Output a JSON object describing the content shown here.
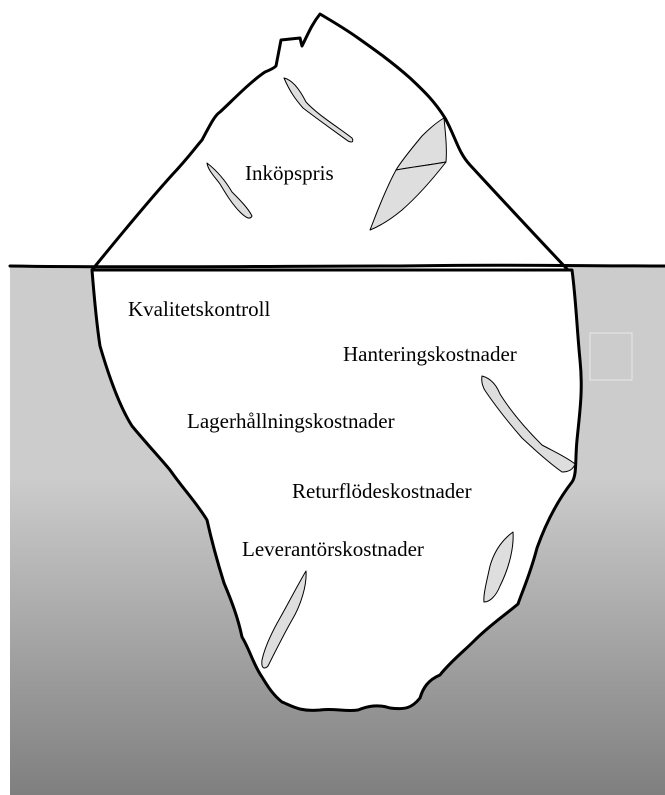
{
  "labels": {
    "above_water": "Inköpspris",
    "below_water": [
      "Kvalitetskontroll",
      "Hanteringskostnader",
      "Lagerhållningskostnader",
      "Returflödeskostnader",
      "Leverantörskostnader"
    ]
  },
  "colors": {
    "water_top": "#cccccc",
    "water_bottom": "#7f7f7f",
    "ice": "#ffffff",
    "crack_fill": "#dedede",
    "outline": "#000000"
  }
}
